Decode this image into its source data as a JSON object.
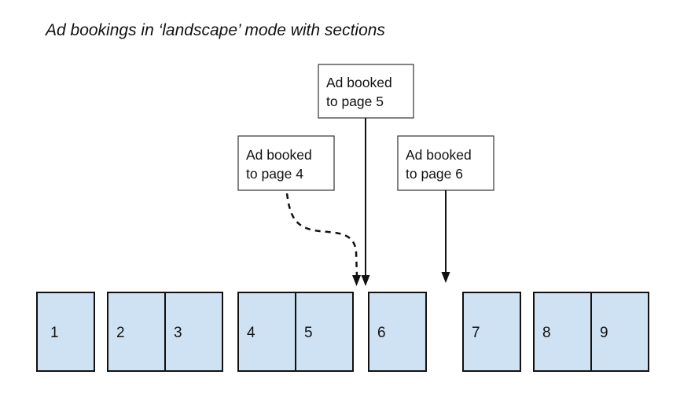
{
  "title": "Ad bookings in ‘landscape’ mode with sections",
  "pages": [
    "1",
    "2",
    "3",
    "4",
    "5",
    "6",
    "7",
    "8",
    "9"
  ],
  "callouts": [
    {
      "line1": "Ad booked",
      "line2": "to page 4"
    },
    {
      "line1": "Ad booked",
      "line2": "to page 5"
    },
    {
      "line1": "Ad booked",
      "line2": "to page 6"
    }
  ],
  "colors": {
    "page_fill": "#cfe2f3",
    "stroke": "#111111"
  }
}
